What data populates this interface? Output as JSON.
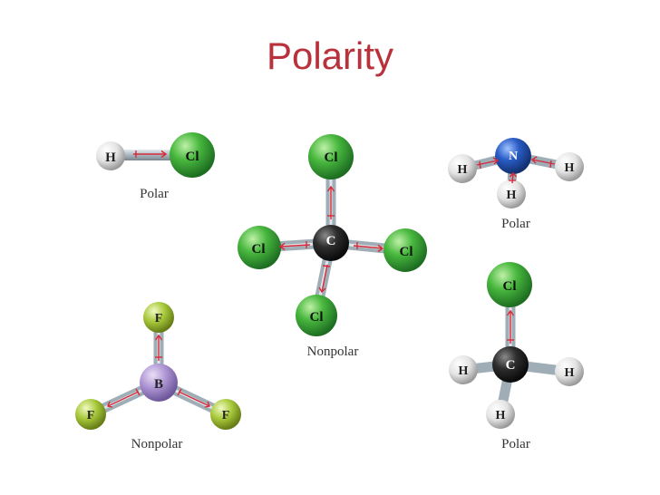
{
  "title": "Polarity",
  "colors": {
    "title": "#b8313b",
    "chlorine": "#3fb23a",
    "hydrogen": "#e6e6e6",
    "carbon": "#2b2b2b",
    "nitrogen": "#2a5cc6",
    "boron": "#a98fd1",
    "fluorine": "#a8c93a",
    "bond": "#aab7c0",
    "dipole_arrow": "#d62a3a"
  },
  "molecules": [
    {
      "formula_atoms": [
        "H",
        "Cl"
      ],
      "caption": "Polar"
    },
    {
      "formula_atoms": [
        "C",
        "Cl",
        "Cl",
        "Cl",
        "Cl"
      ],
      "caption": "Nonpolar"
    },
    {
      "formula_atoms": [
        "N",
        "H",
        "H",
        "H"
      ],
      "caption": "Polar"
    },
    {
      "formula_atoms": [
        "B",
        "F",
        "F",
        "F"
      ],
      "caption": "Nonpolar"
    },
    {
      "formula_atoms": [
        "C",
        "Cl",
        "H",
        "H",
        "H"
      ],
      "caption": "Polar"
    }
  ]
}
